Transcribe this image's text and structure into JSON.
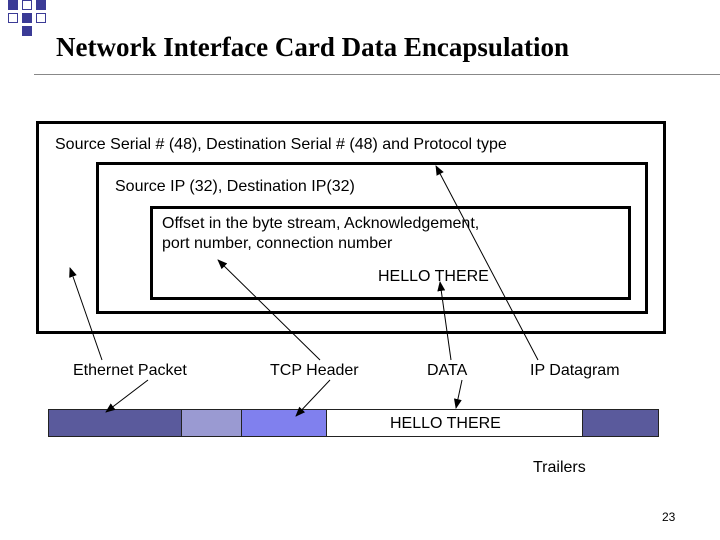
{
  "slide": {
    "title": "Network Interface Card Data Encapsulation",
    "page_number": "23"
  },
  "frames": {
    "ethernet": "Source Serial # (48), Destination Serial # (48) and Protocol type",
    "ip": "Source IP (32), Destination IP(32)",
    "tcp_line1": "Offset in the byte stream, Acknowledgement,",
    "tcp_line2": "port number, connection number",
    "data": "HELLO THERE"
  },
  "labels": {
    "ethernet_packet": "Ethernet Packet",
    "tcp_header": "TCP Header",
    "data": "DATA",
    "ip_datagram": "IP Datagram",
    "bar_data": "HELLO THERE",
    "trailers": "Trailers"
  },
  "colors": {
    "dark_segment": "#5a5a9c",
    "light_segment": "#9a9ad2",
    "tcp_segment": "#8080ee",
    "data_segment": "#ffffff",
    "accent": "#3b3b96"
  }
}
